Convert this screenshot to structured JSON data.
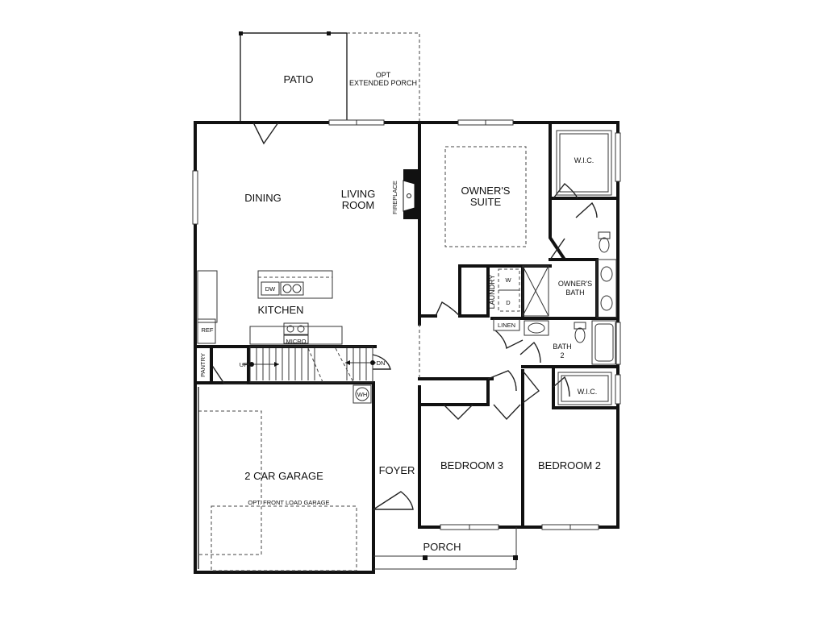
{
  "rooms": {
    "patio": "PATIO",
    "opt_porch_1": "OPT",
    "opt_porch_2": "EXTENDED PORCH",
    "dining": "DINING",
    "living_1": "LIVING",
    "living_2": "ROOM",
    "fireplace": "FIREPLACE",
    "owners_suite_1": "OWNER'S",
    "owners_suite_2": "SUITE",
    "wic_top": "W.I.C.",
    "kitchen": "KITCHEN",
    "dw": "DW",
    "laundry": "LAUNDRY",
    "washer": "W",
    "dryer": "D",
    "owners_bath_1": "OWNER'S",
    "owners_bath_2": "BATH",
    "ref": "REF",
    "micro": "MICRO",
    "linen": "LINEN",
    "bath2_1": "BATH",
    "bath2_2": "2",
    "pantry": "PANTRY",
    "up": "UP",
    "dn": "DN",
    "wh": "WH",
    "wic_bed2": "W.I.C.",
    "garage": "2 CAR GARAGE",
    "opt_garage": "OPT. FRONT LOAD GARAGE",
    "foyer": "FOYER",
    "bedroom3": "BEDROOM 3",
    "bedroom2": "BEDROOM 2",
    "porch": "PORCH"
  }
}
